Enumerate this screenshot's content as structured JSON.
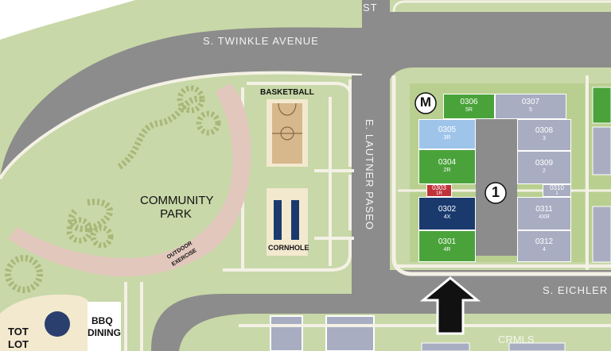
{
  "streets": {
    "twinkle": "S. TWINKLE AVENUE",
    "lautner": "E. LAUTNER PASEO",
    "eichler": "S. EICHLER",
    "st": "ST"
  },
  "amenities": {
    "basketball": "BASKETBALL",
    "park_line1": "COMMUNITY",
    "park_line2": "PARK",
    "outdoor_line1": "OUTDOOR",
    "outdoor_line2": "EXERCISE",
    "cornhole": "CORNHOLE",
    "bbq_line1": "BBQ",
    "bbq_line2": "DINING",
    "tot_line1": "TOT",
    "tot_line2": "LOT"
  },
  "markers": {
    "m": "M",
    "building": "1"
  },
  "units": [
    {
      "id": "0306",
      "type": "5R",
      "color": "#4aa33a"
    },
    {
      "id": "0305",
      "type": "3R",
      "color": "#9ec4ea"
    },
    {
      "id": "0304",
      "type": "2R",
      "color": "#4aa33a"
    },
    {
      "id": "0303",
      "type": "1R",
      "color": "#c0323a"
    },
    {
      "id": "0302",
      "type": "4X",
      "color": "#1a3a6e"
    },
    {
      "id": "0301",
      "type": "4R",
      "color": "#4aa33a"
    },
    {
      "id": "0307",
      "type": "5",
      "color": "#a9adc2"
    },
    {
      "id": "0308",
      "type": "3",
      "color": "#a9adc2"
    },
    {
      "id": "0309",
      "type": "2",
      "color": "#a9adc2"
    },
    {
      "id": "0310",
      "type": "1",
      "color": "#a9adc2"
    },
    {
      "id": "0311",
      "type": "4XR",
      "color": "#a9adc2"
    },
    {
      "id": "0312",
      "type": "4",
      "color": "#a9adc2"
    }
  ],
  "watermark": "CRMLS",
  "colors": {
    "road": "#8a8a8a",
    "grass": "#c8d8a8",
    "sidewalk": "#f4f1e6",
    "park_path": "#e2c7bc",
    "arrow": "#111111"
  }
}
